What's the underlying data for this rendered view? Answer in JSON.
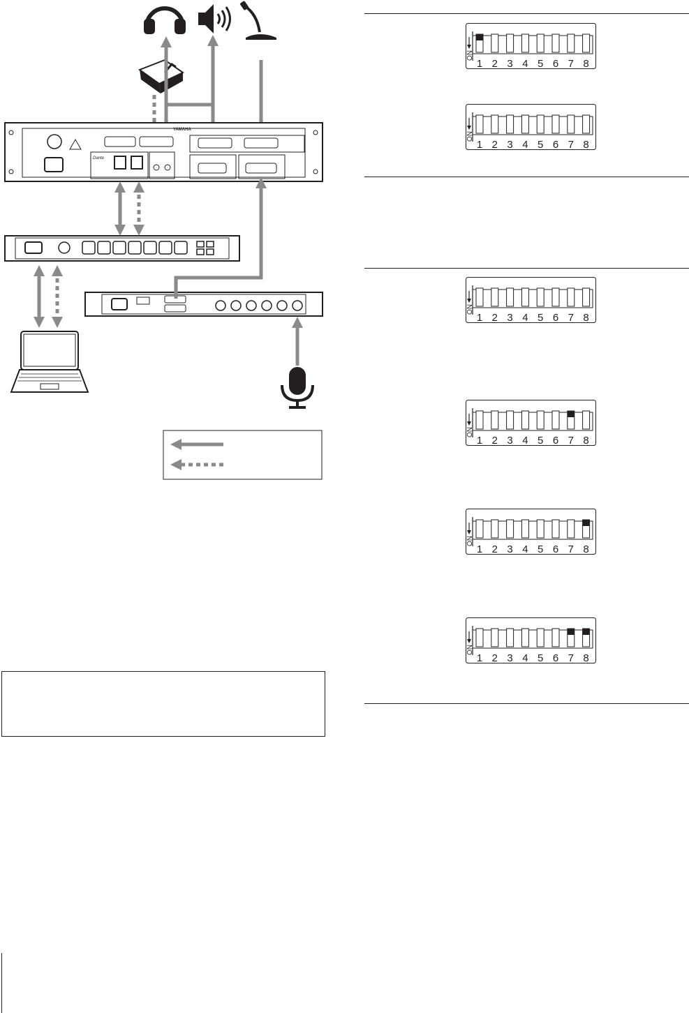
{
  "colors": {
    "ink": "#231f20",
    "connection": "#8a8a8a",
    "panel": "#ffffff"
  },
  "devices": {
    "icons": [
      "headphones-icon",
      "speaker-icon",
      "gooseneck-mic-icon",
      "talkback-switch-icon",
      "handheld-mic-icon",
      "laptop-icon"
    ],
    "processor_brand": "YAMAHA",
    "dante_logo": "Dante"
  },
  "legend": {
    "solid_label": "",
    "dashed_label": ""
  },
  "dip_switches": {
    "axis_label": "ON",
    "switch_numbers": [
      "1",
      "2",
      "3",
      "4",
      "5",
      "6",
      "7",
      "8"
    ],
    "panels": [
      {
        "id": "a",
        "on": [
          true,
          false,
          false,
          false,
          false,
          false,
          false,
          false
        ]
      },
      {
        "id": "b",
        "on": [
          false,
          false,
          false,
          false,
          false,
          false,
          false,
          false
        ]
      },
      {
        "id": "c",
        "on": [
          false,
          false,
          false,
          false,
          false,
          false,
          false,
          false
        ]
      },
      {
        "id": "d",
        "on": [
          false,
          false,
          false,
          false,
          false,
          false,
          true,
          false
        ]
      },
      {
        "id": "e",
        "on": [
          false,
          false,
          false,
          false,
          false,
          false,
          false,
          true
        ]
      },
      {
        "id": "f",
        "on": [
          false,
          false,
          false,
          false,
          false,
          false,
          true,
          true
        ]
      }
    ]
  },
  "note_box": {
    "text": ""
  }
}
